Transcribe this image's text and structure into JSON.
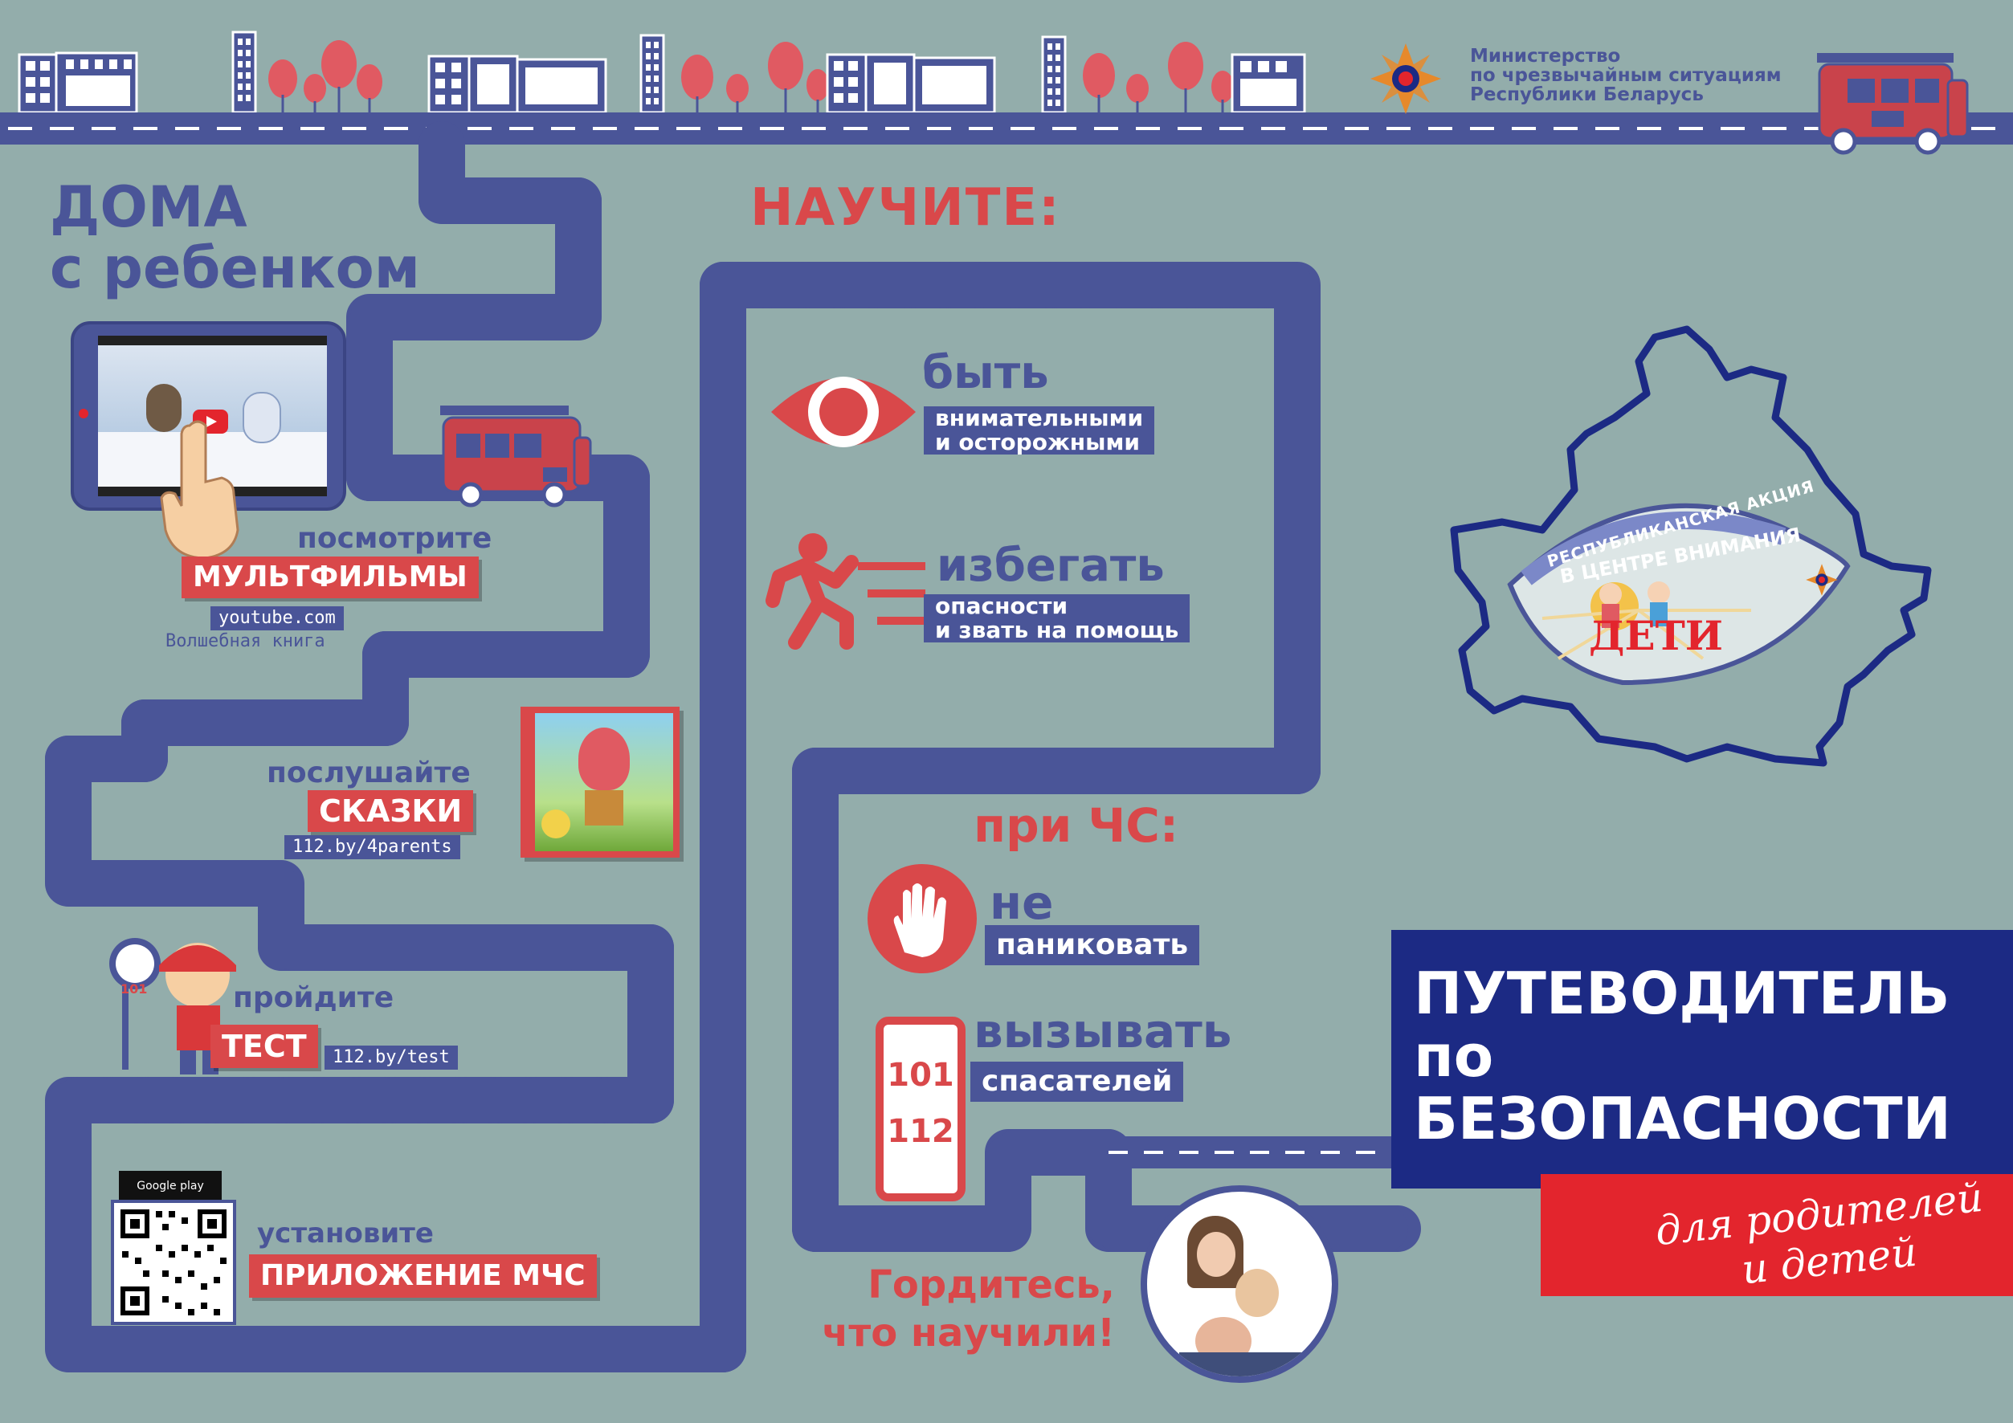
{
  "colors": {
    "background": "#93adab",
    "road": "#4a5598",
    "accent_red": "#d9484a",
    "title_blue": "#1c2a84",
    "title_red": "#e3252d"
  },
  "ministry": {
    "line1": "Министерство",
    "line2": "по чрезвычайным ситуациям",
    "line3": "Республики Беларусь"
  },
  "home_section": {
    "heading_line1": "ДОМА",
    "heading_line2": "с ребенком"
  },
  "cartoons": {
    "verb": "посмотрите",
    "label": "МУЛЬТФИЛЬМЫ",
    "url": "youtube.com",
    "channel": "Волшебная книга"
  },
  "tales": {
    "verb": "послушайте",
    "label": "СКАЗКИ",
    "url": "112.by/4parents"
  },
  "test": {
    "verb": "пройдите",
    "label": "ТЕСТ",
    "url": "112.by/test"
  },
  "app": {
    "verb": "установите",
    "label": "ПРИЛОЖЕНИЕ МЧС",
    "store_badge": "Google play"
  },
  "teach": {
    "heading": "НАУЧИТЕ:",
    "item1_big": "быть",
    "item1_line1": "внимательными",
    "item1_line2": "и осторожными",
    "item2_big": "избегать",
    "item2_line1": "опасности",
    "item2_line2": "и звать на помощь"
  },
  "emergency": {
    "heading": "при ЧС:",
    "item1_big": "не",
    "item1_bar": "паниковать",
    "item2_big": "вызывать",
    "item2_bar": "спасателей",
    "phone_num1": "101",
    "phone_num2": "112"
  },
  "proud": {
    "line1": "Гордитесь,",
    "line2": "что научили!"
  },
  "campaign": {
    "arc_text": "РЕСПУБЛИКАНСКАЯ АКЦИЯ",
    "line1": "В ЦЕНТРЕ ВНИМАНИЯ",
    "line2": "ДЕТИ"
  },
  "badge_101": "101",
  "title": {
    "line1": "ПУТЕВОДИТЕЛЬ",
    "line2": "по",
    "line3": "БЕЗОПАСНОСТИ",
    "sub_line1": "для родителей",
    "sub_line2": "и детей"
  }
}
